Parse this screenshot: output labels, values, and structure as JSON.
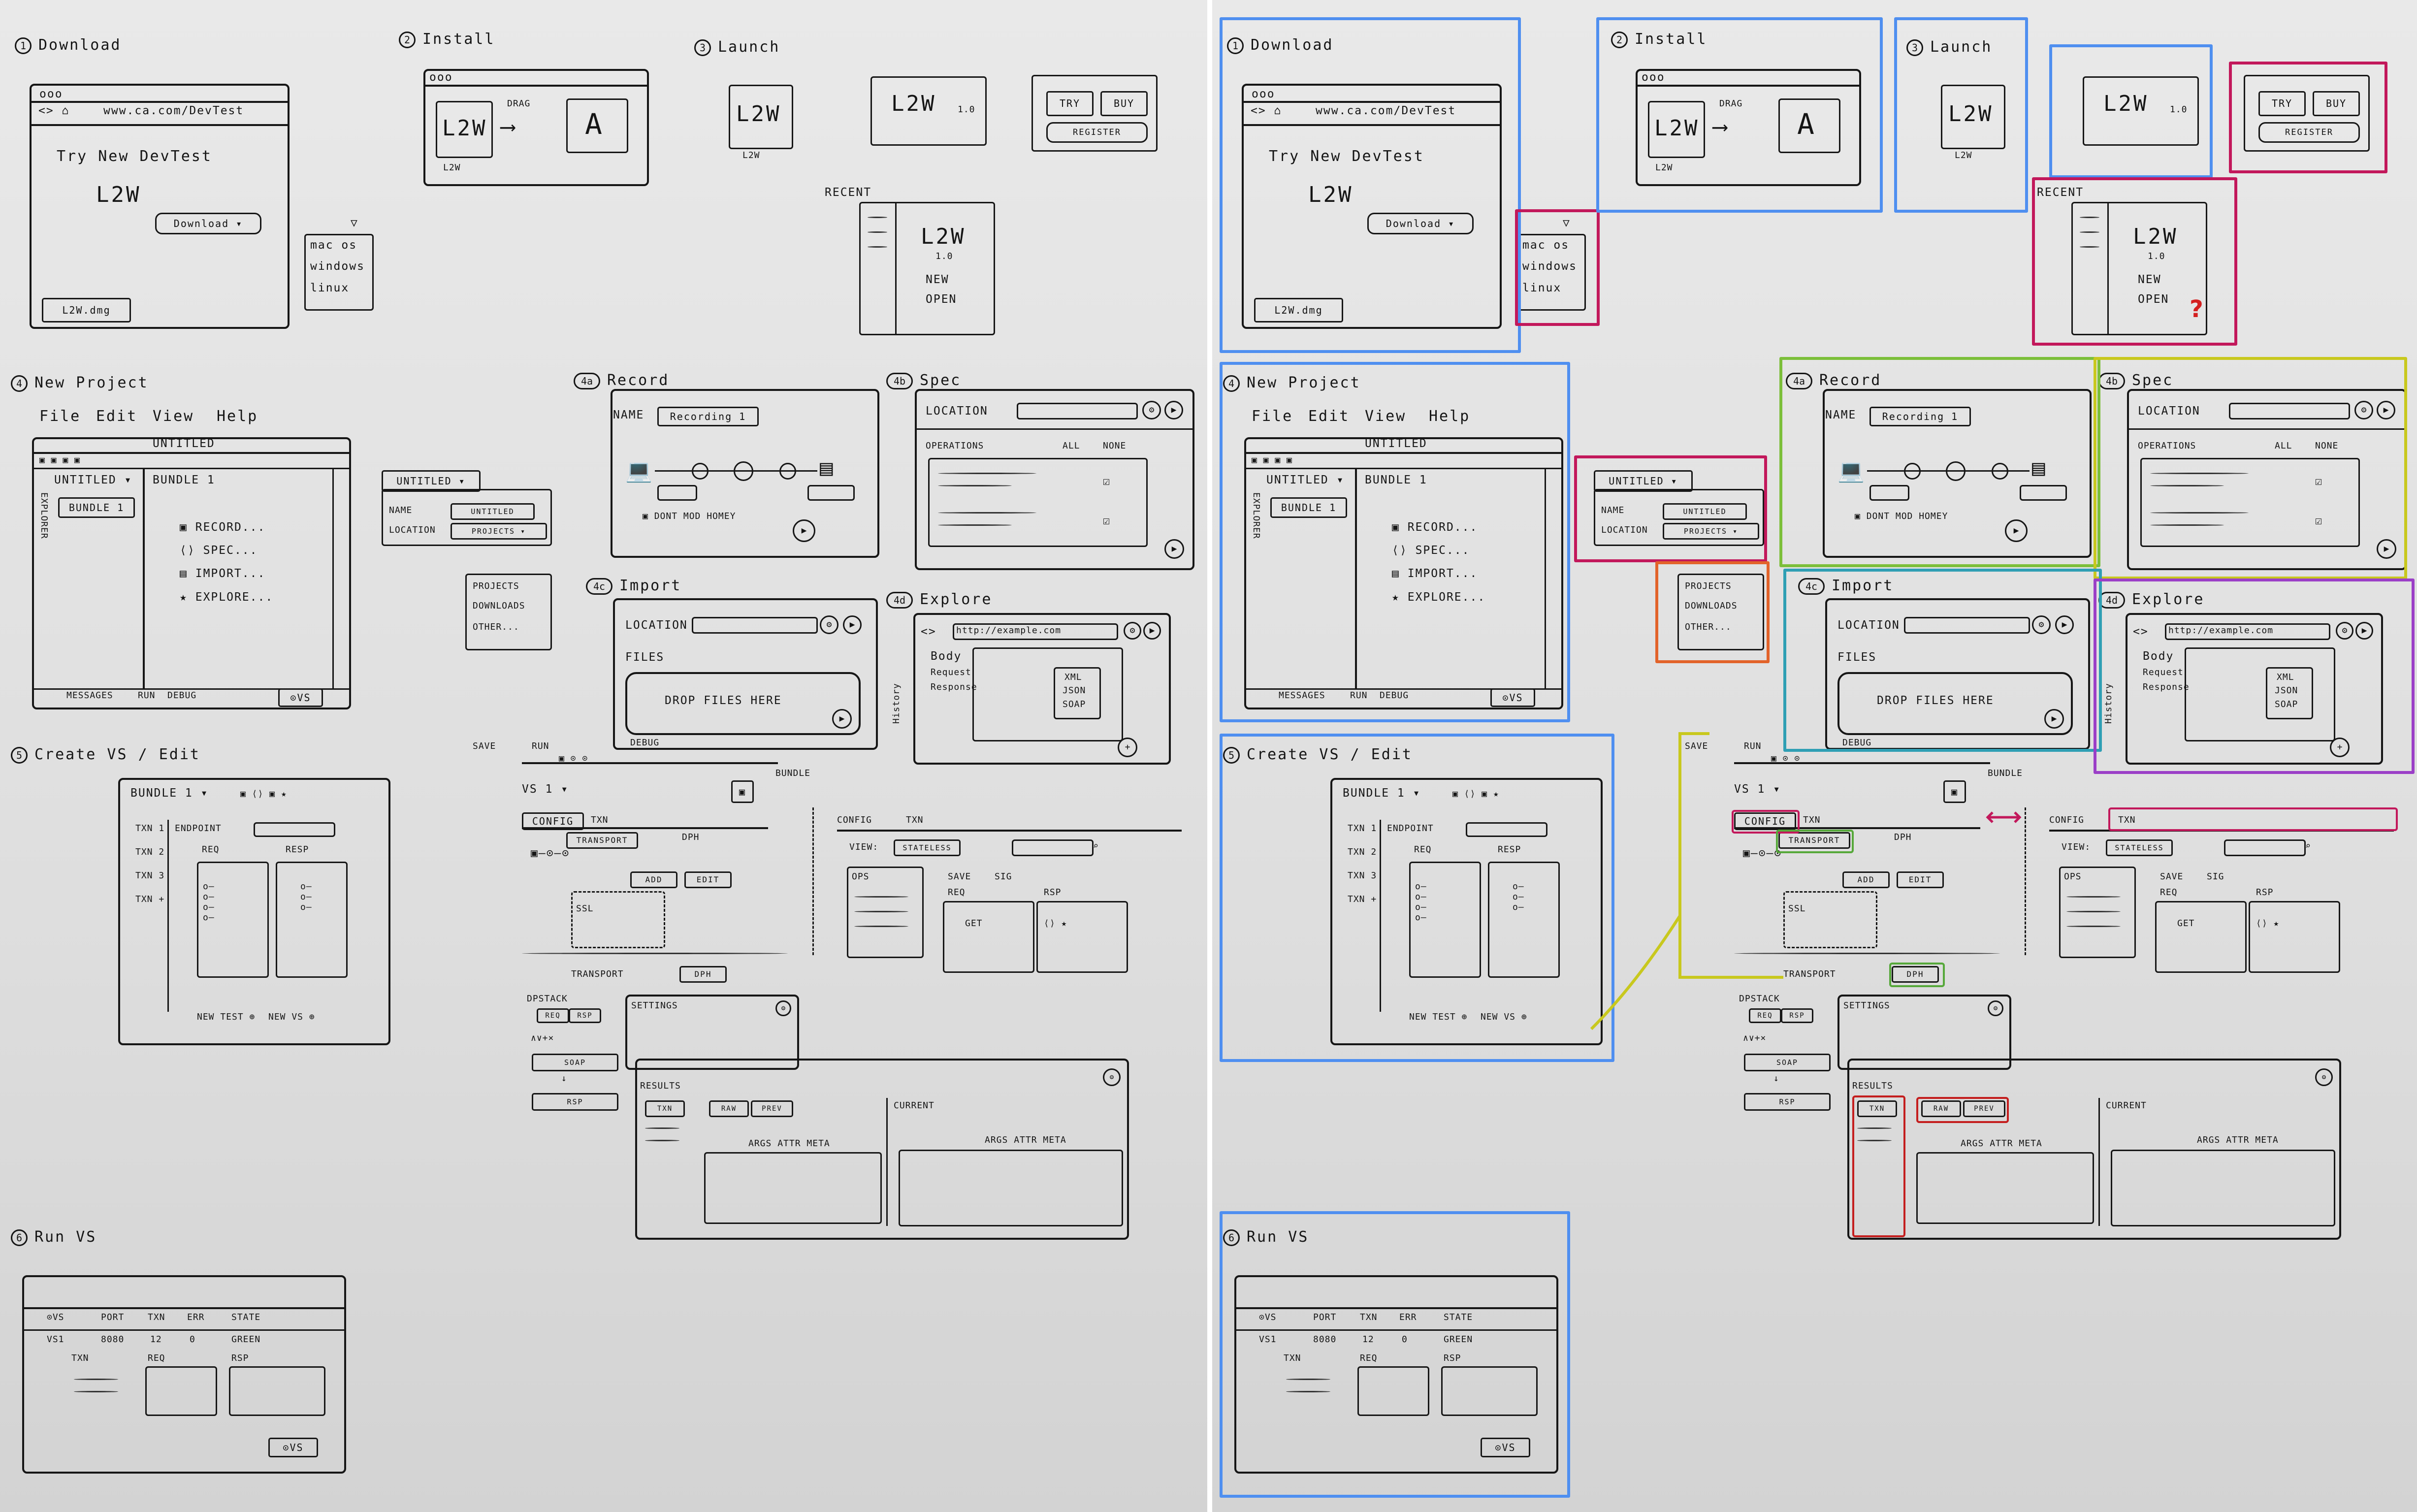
{
  "steps": {
    "download": {
      "title": "Download",
      "number": "1",
      "url": "www.ca.com/DevTest",
      "headline": "Try New DevTest",
      "product": "L2W",
      "download_button": "Download",
      "dropdown_arrow": "▾",
      "os_options": [
        "mac os",
        "windows",
        "linux"
      ],
      "file_chip": "L2W.dmg"
    },
    "install": {
      "title": "Install",
      "number": "2",
      "app_label": "L2W",
      "drag_label": "DRAG",
      "target_label": "A"
    },
    "launch": {
      "title": "Launch",
      "number": "3",
      "app_label": "L2W",
      "splash_title": "L2W",
      "splash_version": "1.0",
      "try_button": "TRY",
      "buy_button": "BUY",
      "register_button": "REGISTER",
      "recent_label": "RECENT",
      "start_title": "L2W",
      "start_version": "1.0",
      "start_new": "NEW",
      "start_open": "OPEN"
    },
    "new_project": {
      "title": "New Project",
      "number": "4",
      "menu": [
        "File",
        "Edit",
        "View",
        "Help"
      ],
      "window_title": "UNTITLED",
      "tree_root": "UNTITLED",
      "bundle_item": "BUNDLE 1",
      "side_tab": "EXPLORER",
      "main_title": "BUNDLE 1",
      "actions": [
        "RECORD...",
        "SPEC...",
        "IMPORT...",
        "EXPLORE..."
      ],
      "action_icons": [
        "record-icon",
        "spec-icon",
        "import-icon",
        "star-icon"
      ],
      "bottom_tabs": [
        "MESSAGES",
        "RUN",
        "DEBUG"
      ],
      "vs_button": "VS",
      "popup_title": "UNTITLED",
      "name_label": "NAME",
      "name_value": "UNTITLED",
      "location_label": "LOCATION",
      "location_value": "PROJECTS",
      "location_options": [
        "PROJECTS",
        "DOWNLOADS",
        "OTHER..."
      ]
    },
    "record": {
      "title": "Record",
      "number": "4a",
      "name_label": "NAME",
      "name_value": "Recording 1",
      "checkbox_label": "DONT MOD HOMEY"
    },
    "spec": {
      "title": "Spec",
      "number": "4b",
      "location_label": "LOCATION",
      "operations_label": "OPERATIONS",
      "all_label": "ALL",
      "none_label": "NONE"
    },
    "import": {
      "title": "Import",
      "number": "4c",
      "location_label": "LOCATION",
      "files_label": "FILES",
      "drop_label": "DROP FILES HERE"
    },
    "explore": {
      "title": "Explore",
      "number": "4d",
      "url": "http://example.com",
      "history_label": "History",
      "body_label": "Body",
      "request_label": "Request",
      "response_label": "Response",
      "formats": [
        "XML",
        "JSON",
        "SOAP"
      ]
    },
    "create_vs": {
      "title": "Create VS / Edit",
      "number": "5",
      "bundle_label": "BUNDLE 1",
      "txn_items": [
        "TXN 1",
        "TXN 2",
        "TXN 3",
        "TXN +"
      ],
      "endpoint_label": "ENDPOINT",
      "req_label": "REQ",
      "resp_label": "RESP",
      "new_test": "NEW TEST",
      "new_vs": "NEW VS",
      "toolbar_labels": [
        "SAVE",
        "RUN",
        "DEBUG"
      ],
      "bundle_icon_label": "BUNDLE",
      "vs_title": "VS 1",
      "tabs": [
        "CONFIG",
        "TXN"
      ],
      "transport_label": "TRANSPORT",
      "dph_label": "DPH",
      "ssl_label": "SSL",
      "view_label": "VIEW:",
      "view_value": "STATELESS",
      "ops_label": "OPS",
      "save_label": "SAVE",
      "sig_label": "SIG",
      "req_col": "REQ",
      "rsp_col": "RSP",
      "get_label": "GET",
      "dpstack_label": "DPSTACK",
      "dpstack_buttons": [
        "REQ",
        "RSP"
      ],
      "soap_label": "SOAP",
      "rsp_label": "RSP",
      "settings_label": "SETTINGS",
      "results_label": "RESULTS",
      "txn_tab": "TXN",
      "raw_label": "RAW",
      "prev_label": "PREV",
      "args_tabs": [
        "ARGS",
        "ATTR",
        "META"
      ],
      "current_label": "CURRENT"
    },
    "run_vs": {
      "title": "Run VS",
      "number": "6",
      "columns": [
        "VS",
        "PORT",
        "TXN",
        "ERR",
        "STATE"
      ],
      "row": [
        "VS1",
        "8080",
        "12",
        "0",
        "GREEN"
      ],
      "sub_cols": [
        "TXN",
        "REQ",
        "RSP"
      ],
      "vs_button": "VS"
    }
  },
  "annotations": {
    "colors": {
      "primary_flow": "#4f8ff0",
      "decision": "#c2185b",
      "record_spec": "#7cbf3a",
      "spec_alt": "#c8c81e",
      "import": "#2f9fb4",
      "explore": "#9b3fc7",
      "options": "#e2632a",
      "issue": "#d42020"
    },
    "question_mark": "?"
  }
}
